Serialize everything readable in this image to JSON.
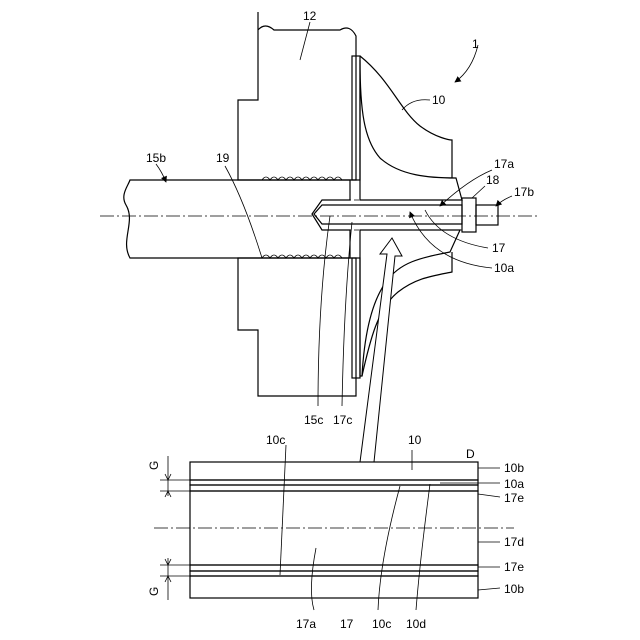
{
  "labels": {
    "n1": "1",
    "n10_top": "10",
    "n12": "12",
    "n15b": "15b",
    "n19": "19",
    "n17a_top": "17a",
    "n18": "18",
    "n17b": "17b",
    "n17_top": "17",
    "n10a_top": "10a",
    "n15c": "15c",
    "n17c": "17c",
    "n10c_top": "10c",
    "n10_bottom": "10",
    "nD": "D",
    "n10b_top": "10b",
    "n10a_right": "10a",
    "n17e_top": "17e",
    "n17d": "17d",
    "n17e_bottom": "17e",
    "n10b_bottom": "10b",
    "nG_top": "G",
    "nG_bottom": "G",
    "n17a_bottom": "17a",
    "n17_bottom": "17",
    "n10c_bottom": "10c",
    "n10d": "10d"
  }
}
